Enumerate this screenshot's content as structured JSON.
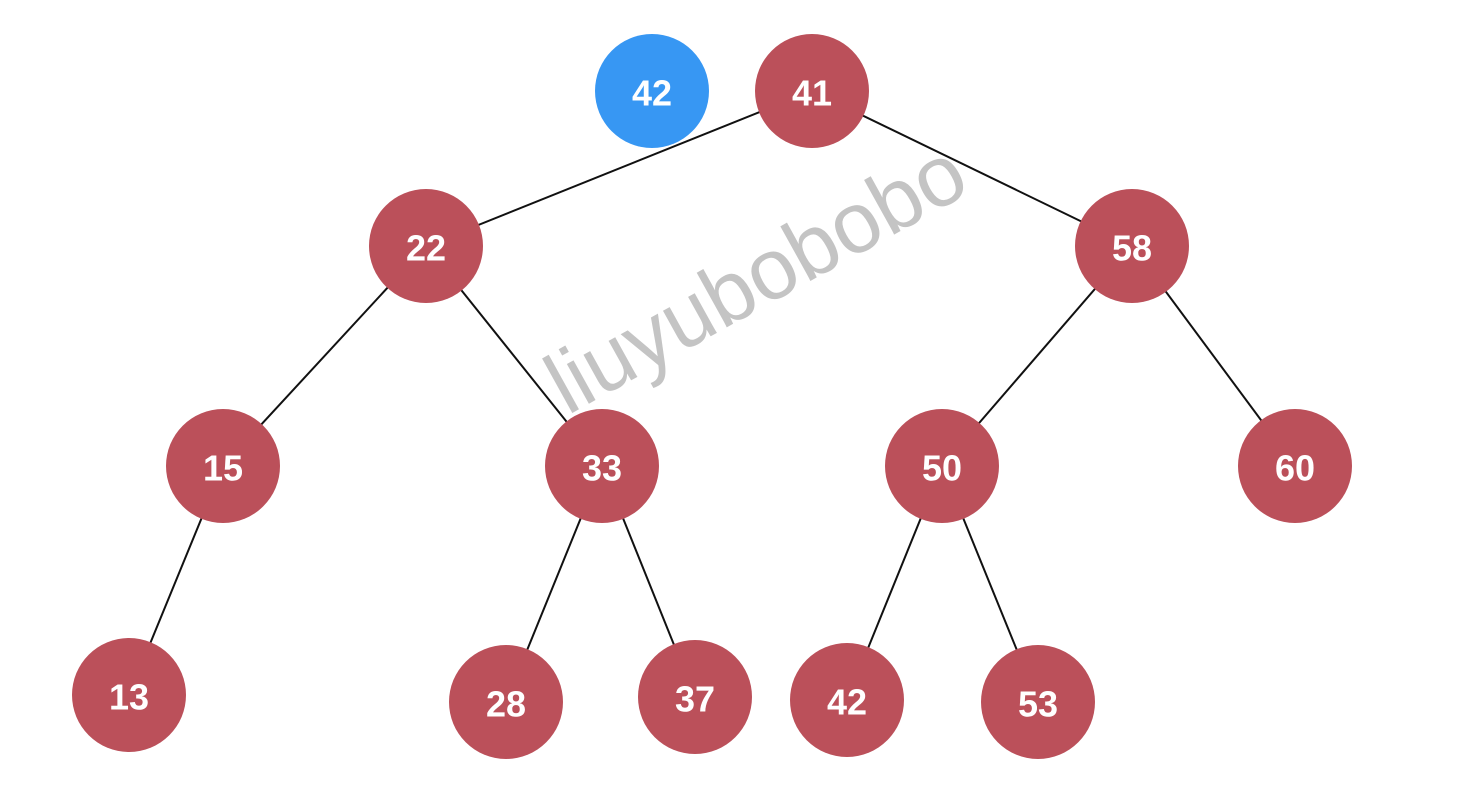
{
  "colors": {
    "node": "#bb505a",
    "highlight": "#3797f3",
    "edge": "#111111",
    "watermark": "#c4c4c4"
  },
  "watermark": "liuyubobobo",
  "inserting": {
    "value": "42"
  },
  "tree": {
    "nodes": [
      {
        "id": "n41",
        "value": "41"
      },
      {
        "id": "n22",
        "value": "22"
      },
      {
        "id": "n58",
        "value": "58"
      },
      {
        "id": "n15",
        "value": "15"
      },
      {
        "id": "n33",
        "value": "33"
      },
      {
        "id": "n50",
        "value": "50"
      },
      {
        "id": "n60",
        "value": "60"
      },
      {
        "id": "n13",
        "value": "13"
      },
      {
        "id": "n28",
        "value": "28"
      },
      {
        "id": "n37",
        "value": "37"
      },
      {
        "id": "n42",
        "value": "42"
      },
      {
        "id": "n53",
        "value": "53"
      }
    ],
    "edges": [
      [
        "n41",
        "n22"
      ],
      [
        "n41",
        "n58"
      ],
      [
        "n22",
        "n15"
      ],
      [
        "n22",
        "n33"
      ],
      [
        "n58",
        "n50"
      ],
      [
        "n58",
        "n60"
      ],
      [
        "n15",
        "n13"
      ],
      [
        "n33",
        "n28"
      ],
      [
        "n33",
        "n37"
      ],
      [
        "n50",
        "n42"
      ],
      [
        "n50",
        "n53"
      ]
    ]
  }
}
